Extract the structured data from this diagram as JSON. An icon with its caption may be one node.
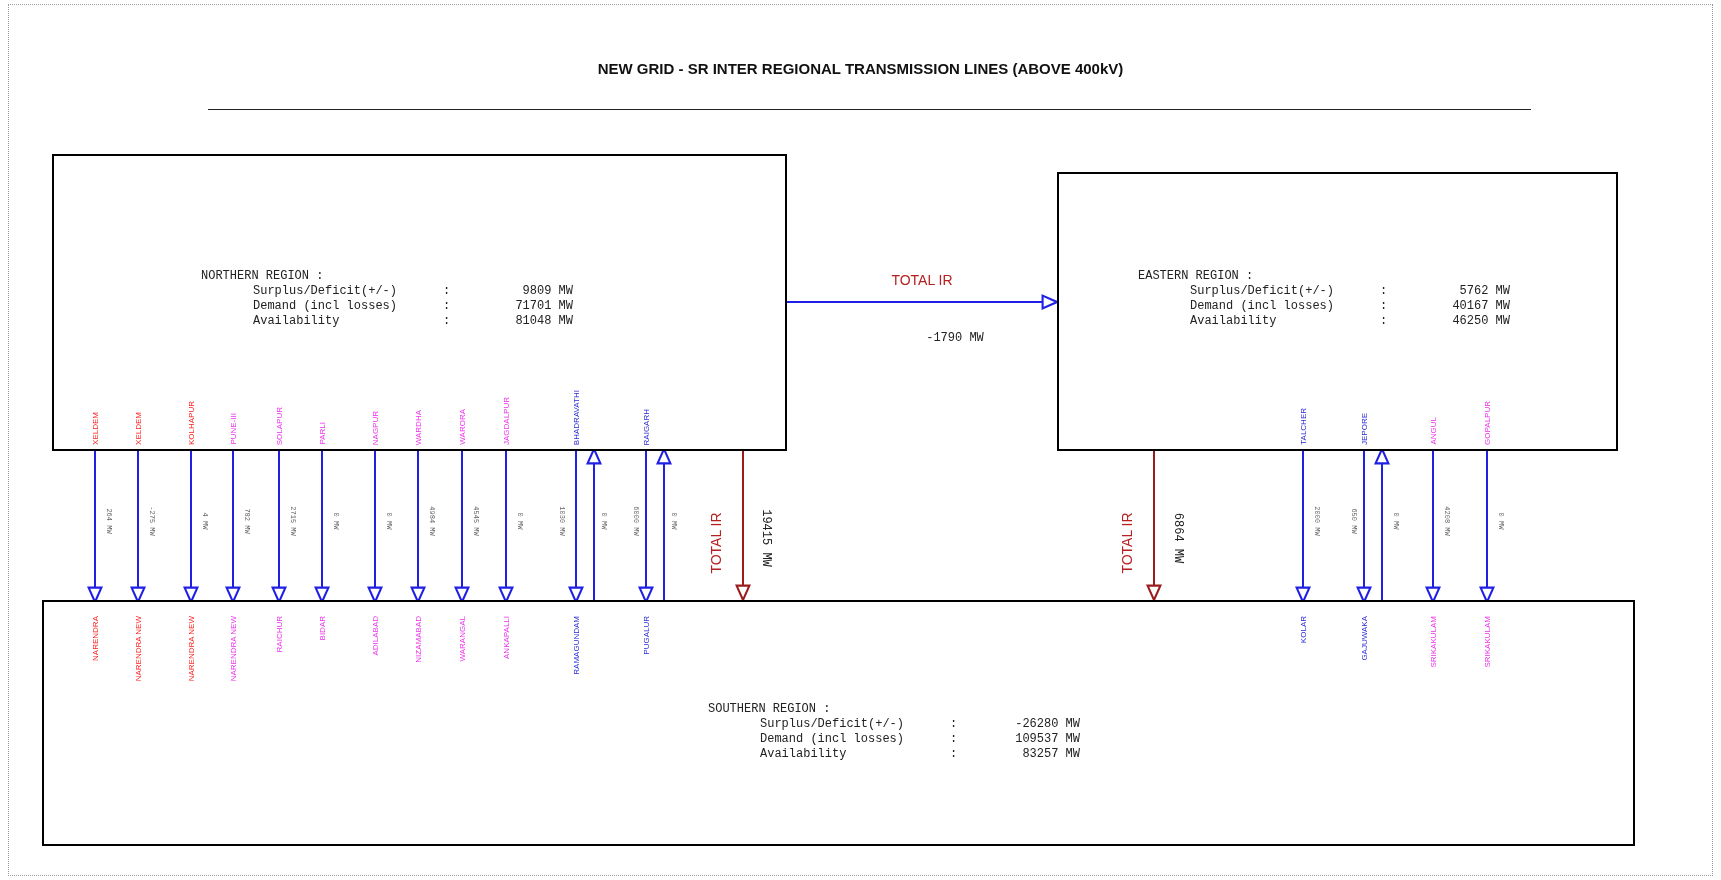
{
  "diagram": {
    "title": "NEW GRID - SR INTER REGIONAL TRANSMISSION LINES (ABOVE 400kV)",
    "nodes": [
      {
        "text": [
          "NORTHERN REGION :",
          "Surplus/Deficit(+/-)",
          ":",
          "9809 MW",
          "Demand (incl losses)",
          ":",
          "71701 MW",
          "Availability",
          ":",
          "81048 MW"
        ]
      },
      {
        "text": [
          "XELDEM"
        ],
        "in": 0
      },
      {
        "text": [
          "XELDEM"
        ],
        "in": 0
      },
      {
        "text": [
          "KOLHAPUR"
        ],
        "in": 0
      },
      {
        "text": [
          "PUNE-III"
        ],
        "in": 0
      },
      {
        "text": [
          "SOLAPUR"
        ],
        "in": 0
      },
      {
        "text": [
          "PARLI"
        ],
        "in": 0
      },
      {
        "text": [
          "NAGPUR"
        ],
        "in": 0
      },
      {
        "text": [
          "WARDHA"
        ],
        "in": 0
      },
      {
        "text": [
          "WARORA"
        ],
        "in": 0
      },
      {
        "text": [
          "JAGDALPUR"
        ],
        "in": 0
      },
      {
        "text": [
          "BHADRAVATHI"
        ],
        "in": 0
      },
      {
        "text": [
          "RAIGARH"
        ],
        "in": 0
      },
      {
        "text": [
          "EASTERN REGION :",
          "Surplus/Deficit(+/-)",
          ":",
          "5762 MW",
          "Demand (incl losses)",
          ":",
          "40167 MW",
          "Availability",
          ":",
          "46250 MW"
        ]
      },
      {
        "text": [
          "TALCHER"
        ],
        "in": 13
      },
      {
        "text": [
          "JEPORE"
        ],
        "in": 13
      },
      {
        "text": [
          "ANGUL"
        ],
        "in": 13
      },
      {
        "text": [
          "GOPALPUR"
        ],
        "in": 13
      },
      {
        "text": [
          "SOUTHERN REGION :",
          "Surplus/Deficit(+/-)",
          ":",
          "-26280 MW",
          "Demand (incl losses)",
          ":",
          "109537 MW",
          "Availability",
          ":",
          "83257 MW"
        ]
      },
      {
        "text": [
          "NARENDRA"
        ],
        "in": 18
      },
      {
        "text": [
          "NARENDRA NEW"
        ],
        "in": 18
      },
      {
        "text": [
          "NARENDRA NEW"
        ],
        "in": 18
      },
      {
        "text": [
          "NARENDRA NEW"
        ],
        "in": 18
      },
      {
        "text": [
          "RAICHUR"
        ],
        "in": 18
      },
      {
        "text": [
          "BIDAR"
        ],
        "in": 18
      },
      {
        "text": [
          "ADILABAD"
        ],
        "in": 18
      },
      {
        "text": [
          "NIZAMABAD"
        ],
        "in": 18
      },
      {
        "text": [
          "WARANGAL"
        ],
        "in": 18
      },
      {
        "text": [
          "ANKAPALLI"
        ],
        "in": 18
      },
      {
        "text": [
          "RAMAGUNDAM"
        ],
        "in": 18
      },
      {
        "text": [
          "PUGALUR"
        ],
        "in": 18
      },
      {
        "text": [
          "KOLAR"
        ],
        "in": 18
      },
      {
        "text": [
          "GAJUWAKA"
        ],
        "in": 18
      },
      {
        "text": [
          "SRIKAKULAM"
        ],
        "in": 18
      },
      {
        "text": [
          "SRIKAKULAM"
        ],
        "in": 18
      }
    ],
    "edges": [
      {
        "from": 0,
        "to": 13,
        "arrow": "to",
        "label": "TOTAL IR"
      },
      {
        "from": 1,
        "to": 19,
        "arrow": "to",
        "label": "264 MW"
      },
      {
        "from": 2,
        "to": 20,
        "arrow": "to",
        "label": "-275 MW"
      },
      {
        "from": 3,
        "to": 21,
        "arrow": "to",
        "label": "4 MW"
      },
      {
        "from": 4,
        "to": 22,
        "arrow": "to",
        "label": "782 MW"
      },
      {
        "from": 5,
        "to": 23,
        "arrow": "to",
        "label": "2715 MW"
      },
      {
        "from": 6,
        "to": 24,
        "arrow": "to",
        "label": "0 MW"
      },
      {
        "from": 7,
        "to": 25,
        "arrow": "to",
        "label": "0 MW"
      },
      {
        "from": 8,
        "to": 26,
        "arrow": "to",
        "label": "4984 MW"
      },
      {
        "from": 9,
        "to": 27,
        "arrow": "to",
        "label": "4545 MW"
      },
      {
        "from": 10,
        "to": 28,
        "arrow": "to",
        "label": "0 MW"
      },
      {
        "from": 11,
        "to": 29,
        "arrow": "to",
        "label": "1030 MW"
      },
      {
        "from": 29,
        "to": 11,
        "arrow": "to",
        "label": "0 MW"
      },
      {
        "from": 12,
        "to": 30,
        "arrow": "to",
        "label": "6000 MW"
      },
      {
        "from": 30,
        "to": 12,
        "arrow": "to",
        "label": "0 MW"
      },
      {
        "from": 0,
        "to": 18,
        "arrow": "to",
        "label": "TOTAL IR",
        "color": "#9b1c1c"
      },
      {
        "from": 13,
        "to": 18,
        "arrow": "to",
        "label": "TOTAL IR",
        "color": "#9b1c1c"
      },
      {
        "from": 14,
        "to": 31,
        "arrow": "to",
        "label": "2000 MW"
      },
      {
        "from": 15,
        "to": 32,
        "arrow": "to",
        "label": "650 MW"
      },
      {
        "from": 32,
        "to": 15,
        "arrow": "to",
        "label": "0 MW"
      },
      {
        "from": 16,
        "to": 33,
        "arrow": "to",
        "label": "4208 MW"
      },
      {
        "from": 17,
        "to": 34,
        "arrow": "to",
        "label": "0 MW"
      }
    ],
    "labels": [
      "-1790 MW",
      "19415 MW",
      "6864 MW"
    ]
  }
}
